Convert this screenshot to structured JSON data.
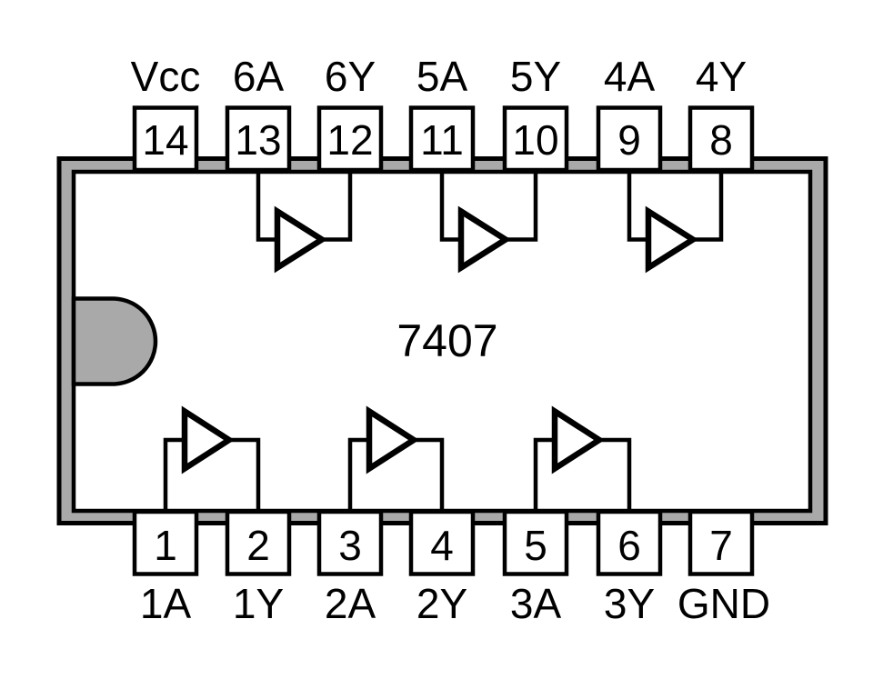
{
  "chip": {
    "part_number": "7407"
  },
  "pins": {
    "top": [
      {
        "number": "14",
        "label": "Vcc"
      },
      {
        "number": "13",
        "label": "6A"
      },
      {
        "number": "12",
        "label": "6Y"
      },
      {
        "number": "11",
        "label": "5A"
      },
      {
        "number": "10",
        "label": "5Y"
      },
      {
        "number": "9",
        "label": "4A"
      },
      {
        "number": "8",
        "label": "4Y"
      }
    ],
    "bottom": [
      {
        "number": "1",
        "label": "1A"
      },
      {
        "number": "2",
        "label": "1Y"
      },
      {
        "number": "3",
        "label": "2A"
      },
      {
        "number": "4",
        "label": "2Y"
      },
      {
        "number": "5",
        "label": "3A"
      },
      {
        "number": "6",
        "label": "3Y"
      },
      {
        "number": "7",
        "label": "GND"
      }
    ]
  },
  "gates": [
    {
      "name": "buffer-1",
      "row": "bottom",
      "input_pin": "1",
      "input_label": "1A",
      "output_pin": "2",
      "output_label": "1Y"
    },
    {
      "name": "buffer-2",
      "row": "bottom",
      "input_pin": "3",
      "input_label": "2A",
      "output_pin": "4",
      "output_label": "2Y"
    },
    {
      "name": "buffer-3",
      "row": "bottom",
      "input_pin": "5",
      "input_label": "3A",
      "output_pin": "6",
      "output_label": "3Y"
    },
    {
      "name": "buffer-4",
      "row": "top",
      "input_pin": "9",
      "input_label": "4A",
      "output_pin": "8",
      "output_label": "4Y"
    },
    {
      "name": "buffer-5",
      "row": "top",
      "input_pin": "11",
      "input_label": "5A",
      "output_pin": "10",
      "output_label": "5Y"
    },
    {
      "name": "buffer-6",
      "row": "top",
      "input_pin": "13",
      "input_label": "6A",
      "output_pin": "12",
      "output_label": "6Y"
    }
  ],
  "icons": {
    "buffer_gate": "right-pointing-triangle",
    "notch": "orientation-notch-half-circle"
  },
  "colors": {
    "background": "#ffffff",
    "chip_frame_fill": "#a9a9a9",
    "outline": "#000000",
    "pin_box_fill": "#ffffff"
  }
}
